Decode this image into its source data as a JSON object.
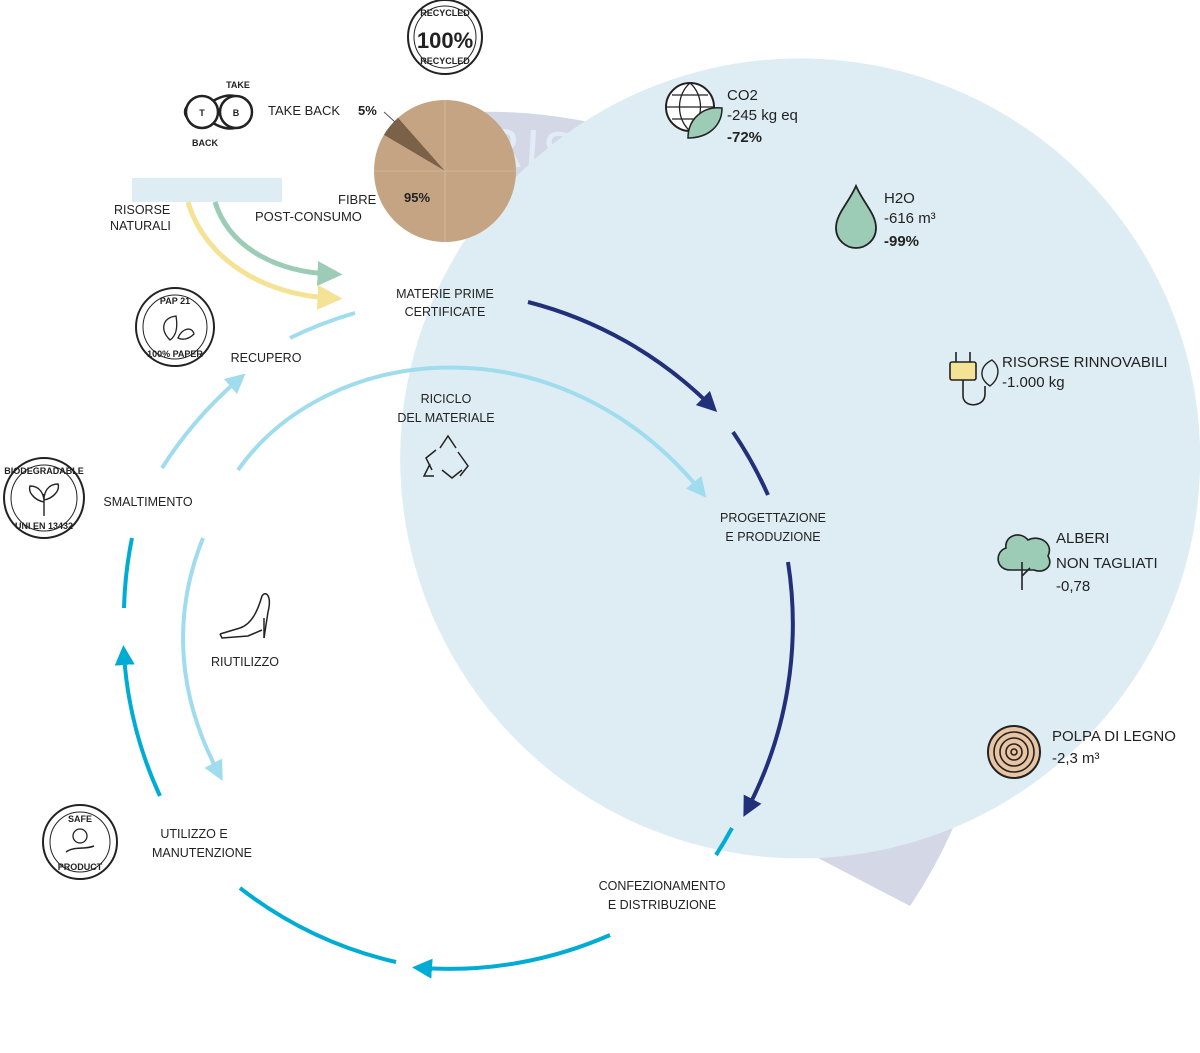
{
  "recycled_badge": {
    "top": "RECYCLED",
    "percent": "100%",
    "bottom": "RECYCLED"
  },
  "takeback_badge": {
    "top": "TAKE",
    "bottom": "BACK",
    "left_letter": "T",
    "right_letter": "B"
  },
  "pie": {
    "label_takeback": "TAKE BACK",
    "value_takeback": "5%",
    "label_fibres_1": "FIBRE",
    "label_fibres_2": "POST-CONSUMO",
    "value_fibres": "95%",
    "slices": [
      {
        "name": "TAKE BACK",
        "value": 5,
        "color": "#7a6148"
      },
      {
        "name": "FIBRE POST-CONSUMO",
        "value": 95,
        "color": "#c4a483"
      }
    ]
  },
  "resources": {
    "line1": "RISORSE",
    "line2": "NATURALI"
  },
  "stages": {
    "materie_1": "MATERIE PRIME",
    "materie_2": "CERTIFICATE",
    "progettazione_1": "PROGETTAZIONE",
    "progettazione_2": "E PRODUZIONE",
    "confezionamento_1": "CONFEZIONAMENTO",
    "confezionamento_2": "E DISTRIBUZIONE",
    "utilizzo_1": "UTILIZZO E",
    "utilizzo_2": "MANUTENZIONE",
    "smaltimento": "SMALTIMENTO",
    "recupero": "RECUPERO",
    "riutilizzo": "RIUTILIZZO",
    "riciclo_1": "RICICLO",
    "riciclo_2": "DEL MATERIALE"
  },
  "badges": {
    "pap_top": "PAP 21",
    "pap_bottom": "100% PAPER",
    "bio_top": "BIODEGRADABLE",
    "bio_bottom": "UNI EN 13432",
    "safe_top": "SAFE",
    "safe_bottom": "PRODUCT"
  },
  "arc_title": "RISORSE RISPARMIATE*",
  "savings": {
    "co2": {
      "label": "CO2",
      "value": "-245 kg eq",
      "percent": "-72%"
    },
    "h2o": {
      "label": "H2O",
      "value": "-616 m³",
      "percent": "-99%"
    },
    "energy": {
      "label": "RISORSE RINNOVABILI",
      "value": "-1.000 kg"
    },
    "trees": {
      "label_1": "ALBERI",
      "label_2": "NON TAGLIATI",
      "value": "-0,78"
    },
    "pulp": {
      "label": "POLPA DI LEGNO",
      "value": "-2,3 m³"
    }
  },
  "colors": {
    "circle_fill": "#deedf4",
    "arc_band": "#d3d7e6",
    "dark_navy": "#22307a",
    "cyan": "#00acd4",
    "light_cyan": "#9fdcee",
    "teal_green": "#9ccbb6",
    "pale_yellow": "#f5e395",
    "kraft": "#c4a483",
    "icon_green": "#9ccbb6",
    "icon_teal": "#7fbfb1"
  }
}
